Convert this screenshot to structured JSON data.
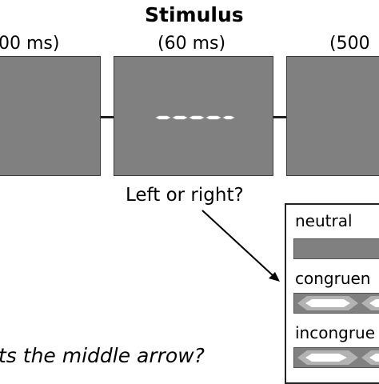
{
  "header": {
    "title": "Stimulus"
  },
  "timeline": {
    "panels": [
      {
        "timing": "00 ms)"
      },
      {
        "timing": "(60 ms)"
      },
      {
        "timing": "(500"
      }
    ],
    "question": "Left or right?"
  },
  "bottom_question": "ts the middle arrow?",
  "legend": {
    "items": [
      {
        "label": "neutral"
      },
      {
        "label": "congruen"
      },
      {
        "label": "incongrue"
      }
    ]
  },
  "colors": {
    "panel_gray": "#808080",
    "stimulus_white": "#ffffff",
    "arrow_outer": "#b3b3b3",
    "background": "#ffffff"
  }
}
